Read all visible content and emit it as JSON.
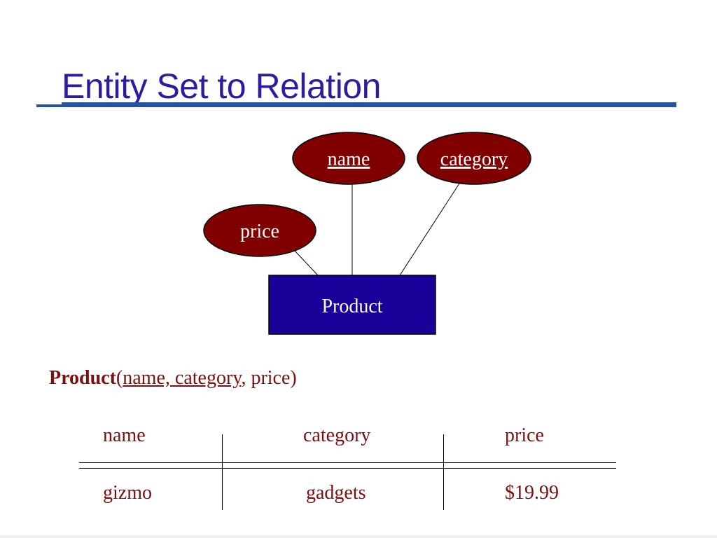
{
  "slide": {
    "title": "Entity Set to Relation"
  },
  "diagram": {
    "entity": {
      "label": "Product"
    },
    "attributes": {
      "name": {
        "label": "name",
        "key": true
      },
      "category": {
        "label": "category",
        "key": true
      },
      "price": {
        "label": "price",
        "key": false
      }
    }
  },
  "schema": {
    "relation": "Product",
    "open": "(",
    "key_attrs": "name, category",
    "rest": ", price)"
  },
  "table": {
    "headers": [
      "name",
      "category",
      "price"
    ],
    "rows": [
      [
        "gizmo",
        "gadgets",
        "$19.99"
      ]
    ]
  },
  "colors": {
    "title": "#2b1d9b",
    "title_rule": "#2952a3",
    "attribute_fill": "#800000",
    "entity_fill": "#1a0099",
    "text_maroon": "#7a1010"
  }
}
